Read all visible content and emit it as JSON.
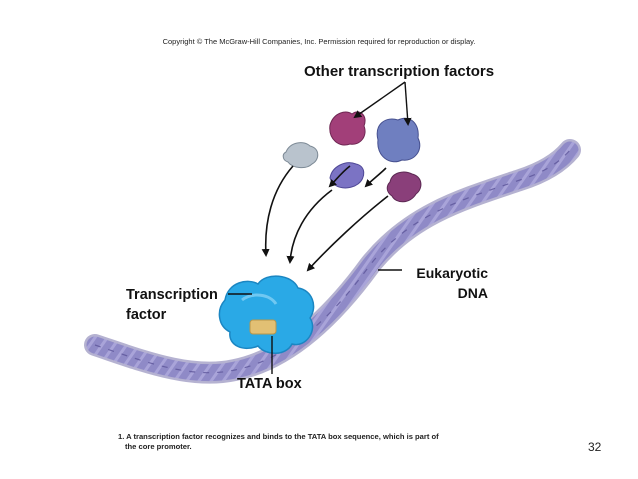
{
  "header": {
    "copyright": "Copyright © The McGraw-Hill Companies, Inc. Permission required for reproduction or display."
  },
  "diagram": {
    "labels": {
      "other_factors": "Other transcription factors",
      "dna_line1": "Eukaryotic",
      "dna_line2": "DNA",
      "tf_line1": "Transcription",
      "tf_line2": "factor",
      "tata_box": "TATA box"
    },
    "colors": {
      "dna": "#8f8ac7",
      "dna_dark": "#5b5499",
      "transcription_factor": "#2aa9e6",
      "tata_box": "#e2c074",
      "factor_magenta": "#a23f79",
      "factor_blue": "#6f7fc0",
      "factor_gray": "#b9c3cd",
      "factor_violet": "#7b73c4",
      "factor_plum": "#8a3f7a"
    }
  },
  "caption": {
    "line1": "1. A transcription factor recognizes and binds to the TATA box sequence, which is part of",
    "line2": "the core promoter."
  },
  "page_number": "32"
}
